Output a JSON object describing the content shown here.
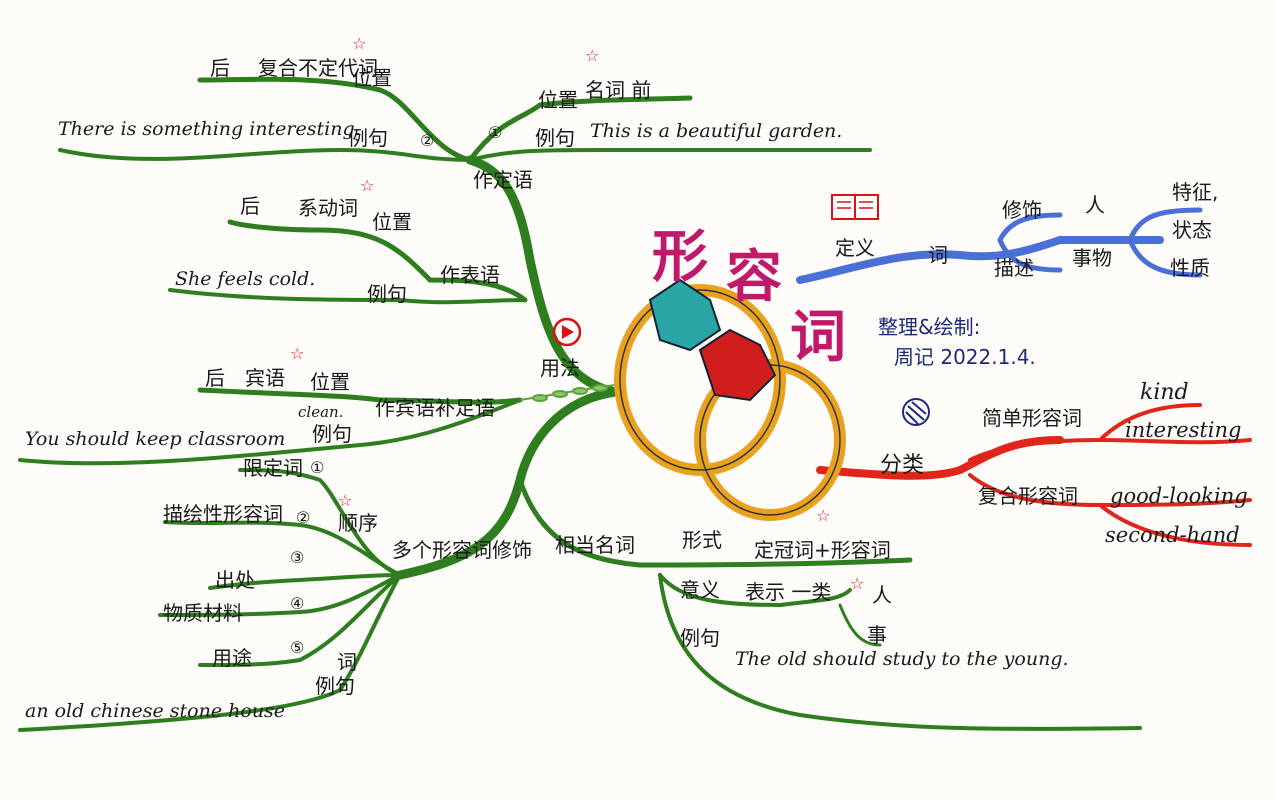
{
  "title": {
    "chars": [
      "形",
      "容",
      "词"
    ]
  },
  "author": {
    "line1": "整理&绘制:",
    "line2": "周记 2022.1.4."
  },
  "definition": {
    "label": "定义",
    "word": "词",
    "modify": "修饰",
    "describe": "描述",
    "person": "人",
    "things": "事物",
    "traits": "特征,",
    "state": "状态",
    "nature": "性质"
  },
  "classification": {
    "label": "分类",
    "simple": {
      "label": "简单形容词",
      "examples": [
        "kind",
        "interesting"
      ]
    },
    "compound": {
      "label": "复合形容词",
      "examples": [
        "good-looking",
        "second-hand"
      ]
    }
  },
  "usage": {
    "label": "用法",
    "attributive": {
      "label": "作定语",
      "pre": {
        "num": "①",
        "position": "位置",
        "rule": "名词 前",
        "example_label": "例句",
        "example": "This is a beautiful garden."
      },
      "post": {
        "num": "②",
        "rule": "后",
        "rule2": "复合不定代词",
        "position": "位置",
        "example_label": "例句",
        "example": "There is something interesting."
      }
    },
    "predicative": {
      "label": "作表语",
      "rule": "后",
      "rule2": "系动词",
      "position": "位置",
      "example_label": "例句",
      "example": "She feels cold."
    },
    "object_complement": {
      "label": "作宾语补足语",
      "rule": "后",
      "rule2": "宾语",
      "position": "位置",
      "example_label": "例句",
      "example": "You should keep classroom",
      "example_word": "clean."
    },
    "multi_order": {
      "label": "多个形容词修饰",
      "order_label": "顺序",
      "items": [
        {
          "num": "①",
          "text": "限定词"
        },
        {
          "num": "②",
          "text": "描绘性形容词"
        },
        {
          "num": "③",
          "text": "出处"
        },
        {
          "num": "④",
          "text": "物质材料"
        },
        {
          "num": "⑤",
          "text": "用途"
        }
      ],
      "word_label": "词",
      "example_label": "例句",
      "example": "an old chinese stone house"
    },
    "nominal": {
      "label": "相当名词",
      "form_label": "形式",
      "form": "定冠词+形容词",
      "meaning_label": "意义",
      "meaning": "表示 一类",
      "person": "人",
      "thing": "事",
      "example_label": "例句",
      "example": "The old should study to the young."
    }
  },
  "colors": {
    "green": "#2e7d1f",
    "blue": "#4a6fd6",
    "red": "#e0251b",
    "title": "#c2186b",
    "gold": "#e8a21f",
    "gem_teal": "#2ba6a6",
    "gem_red": "#d11d1d"
  },
  "icons": [
    "book-icon",
    "play-icon",
    "globe-icon",
    "star-icon"
  ]
}
